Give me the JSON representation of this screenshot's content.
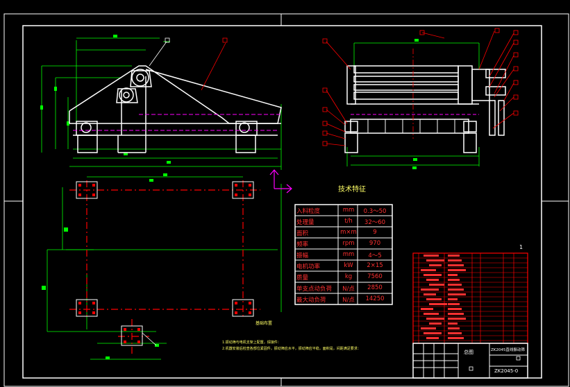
{
  "spec_table": {
    "title": "技术特征",
    "rows": [
      {
        "param": "入料粒度",
        "unit": "mm",
        "value": "0.3～50"
      },
      {
        "param": "处理量",
        "unit": "t/h",
        "value": "32～60"
      },
      {
        "param": "面积",
        "unit": "m×m",
        "value": "9"
      },
      {
        "param": "频率",
        "unit": "rpm",
        "value": "970"
      },
      {
        "param": "振幅",
        "unit": "mm",
        "value": "4～5"
      },
      {
        "param": "电机功率",
        "unit": "kW",
        "value": "2×15"
      },
      {
        "param": "质量",
        "unit": "kg",
        "value": "7560"
      },
      {
        "param": "单支点动负荷",
        "unit": "N/点",
        "value": "2850"
      },
      {
        "param": "最大动负荷",
        "unit": "N/点",
        "value": "14250"
      }
    ]
  },
  "plan_caption": "基础布置",
  "notes": [
    "1.振动筛与电机支架上配置，焊接件：",
    "2.机器安装后检查各部位紧固件，振动筛应水平，振动筛应平稳，面积是，间距满足要求："
  ],
  "title_block": {
    "sheet_mark": "1",
    "product_name": "ZK2045直线振动筛",
    "assembly_label": "总图",
    "drawing_number": "ZK2045-0"
  },
  "colors": {
    "background": "#000000",
    "frame": "#ffffff",
    "dimension": "#00ff00",
    "centerline": "#ff0000",
    "hidden": "#ff00ff",
    "table_text": "#ff3030"
  }
}
